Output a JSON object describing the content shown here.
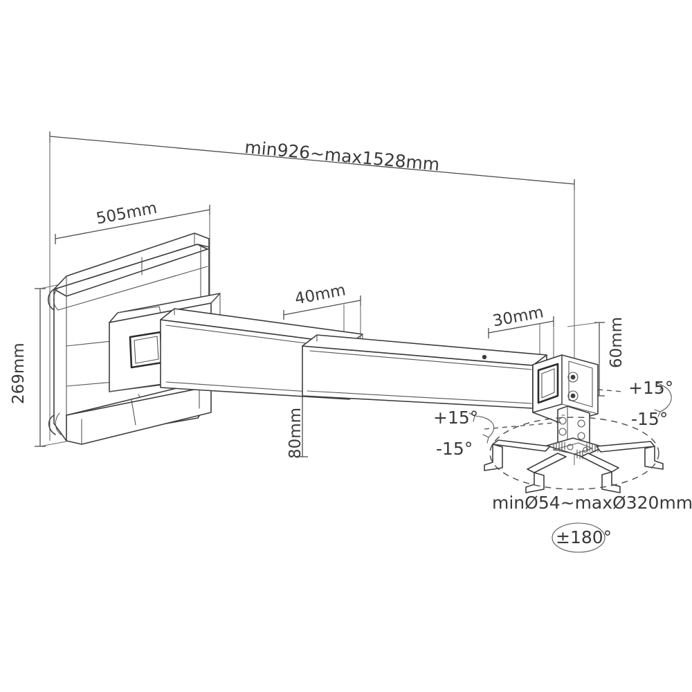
{
  "drawing": {
    "title": "Projector wall mount dimensional drawing",
    "background_color": "#ffffff",
    "line_color": "#3c3c3c",
    "text_color": "#3a3a3a"
  },
  "dimensions": {
    "extension": "min926~max1528mm",
    "plate_width": "505mm",
    "plate_height": "269mm",
    "arm_depth_a": "40mm",
    "arm_depth_b": "30mm",
    "head_height": "60mm",
    "arm_height": "80mm",
    "spider_diameter": "minØ54~maxØ320mm"
  },
  "angles": {
    "tilt_plus": "+15°",
    "tilt_minus": "-15°",
    "swivel_plus": "+15°",
    "swivel_minus": "-15°",
    "rotation": "±180°"
  }
}
